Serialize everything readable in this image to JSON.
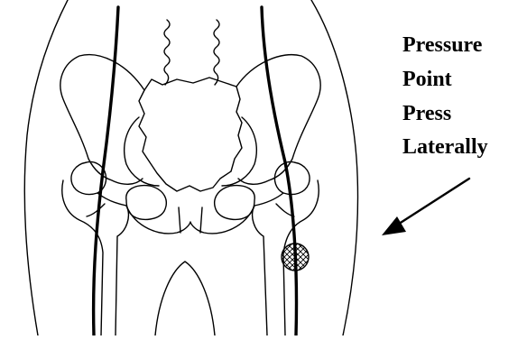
{
  "annotation": {
    "lines": [
      "Pressure",
      "Point",
      "Press",
      "Laterally"
    ]
  },
  "colors": {
    "ink": "#000000",
    "background": "#ffffff"
  },
  "icons": {
    "arrow": "arrow-down-left-icon",
    "pressure_point": "crosshatch-circle-icon"
  }
}
